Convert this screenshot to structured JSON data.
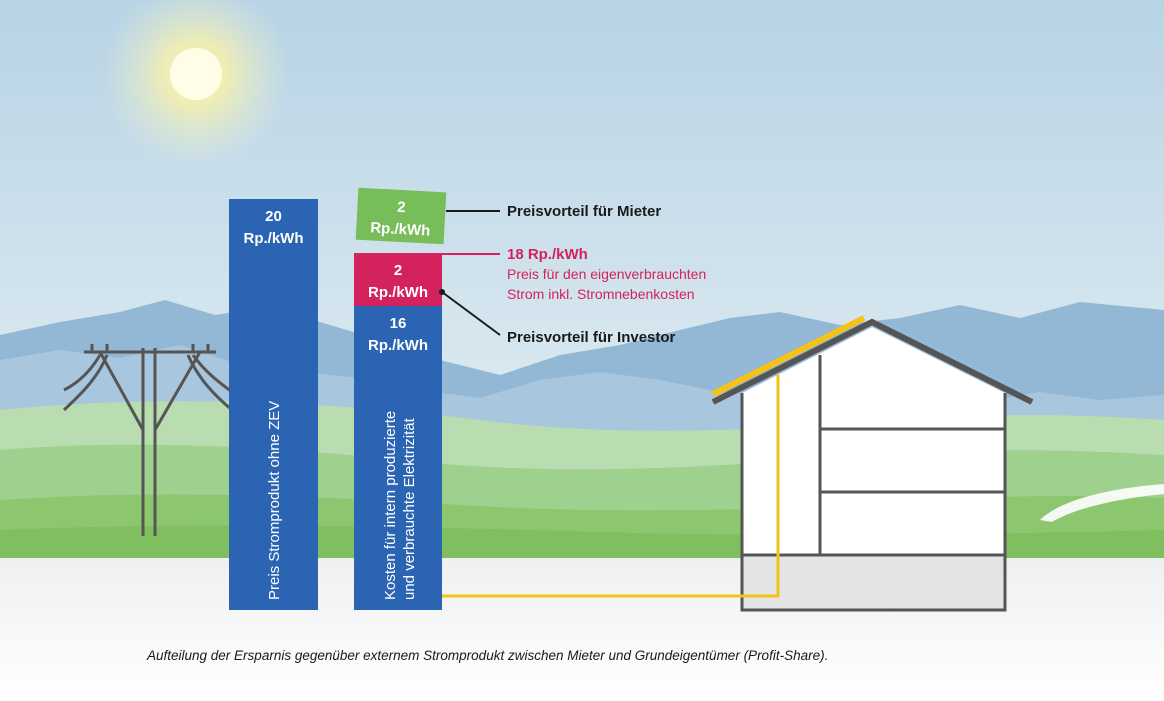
{
  "colors": {
    "blue": "#2b64b3",
    "green": "#77be5a",
    "red": "#d3225e",
    "solar": "#f5c216",
    "house_outline": "#555555",
    "sky_top": "#b9d5e6",
    "sky_bottom": "#eaf3f4"
  },
  "bars": {
    "left": {
      "value_line1": "20",
      "value_line2": "Rp./kWh",
      "label": "Preis Stromprodukt ohne ZEV"
    },
    "right": {
      "tenant_value_line1": "2",
      "tenant_value_line2": "Rp./kWh",
      "investor_value_line1": "2",
      "investor_value_line2": "Rp./kWh",
      "cost_value_line1": "16",
      "cost_value_line2": "Rp./kWh",
      "label_line1": "Kosten für intern produzierte",
      "label_line2": "und verbrauchte Elektrizität"
    }
  },
  "callouts": {
    "tenant": "Preisvorteil für Mieter",
    "price_title": "18 Rp./kWh",
    "price_line1": "Preis für den eigenverbrauchten",
    "price_line2": "Strom inkl. Stromnebenkosten",
    "investor": "Preisvorteil für Investor"
  },
  "icons": {
    "sun": "sun-icon",
    "pylon": "power-pylon-icon",
    "house": "house-icon",
    "solar_panel": "solar-panel-icon"
  },
  "caption": "Aufteilung der Ersparnis gegenüber externem Stromprodukt zwischen Mieter und Grundeigentümer (Profit-Share)."
}
